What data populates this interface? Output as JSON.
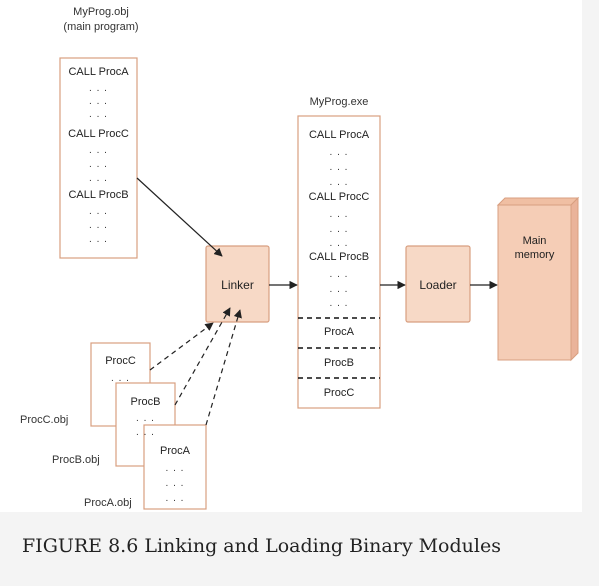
{
  "obj_label_line1": "MyProg.obj",
  "obj_label_line2": "(main program)",
  "exe_label": "MyProg.exe",
  "obj_calls": [
    "CALL ProcA",
    "CALL ProcC",
    "CALL ProcB"
  ],
  "exe_calls": [
    "CALL ProcA",
    "CALL ProcC",
    "CALL ProcB"
  ],
  "exe_procs": [
    "ProcA",
    "ProcB",
    "ProcC"
  ],
  "dots": ". . .",
  "linker": "Linker",
  "loader": "Loader",
  "memory_line1": "Main",
  "memory_line2": "memory",
  "module_c_title": "ProcC",
  "module_b_title": "ProcB",
  "module_a_title": "ProcA",
  "module_c_file": "ProcC.obj",
  "module_b_file": "ProcB.obj",
  "module_a_file": "ProcA.obj",
  "caption": "FIGURE 8.6 Linking and Loading Binary Modules",
  "colors": {
    "box_fill": "#f7d9c6",
    "box_stroke": "#d89f80",
    "memory_fill": "#f5cdb6",
    "line": "#c0392b"
  }
}
